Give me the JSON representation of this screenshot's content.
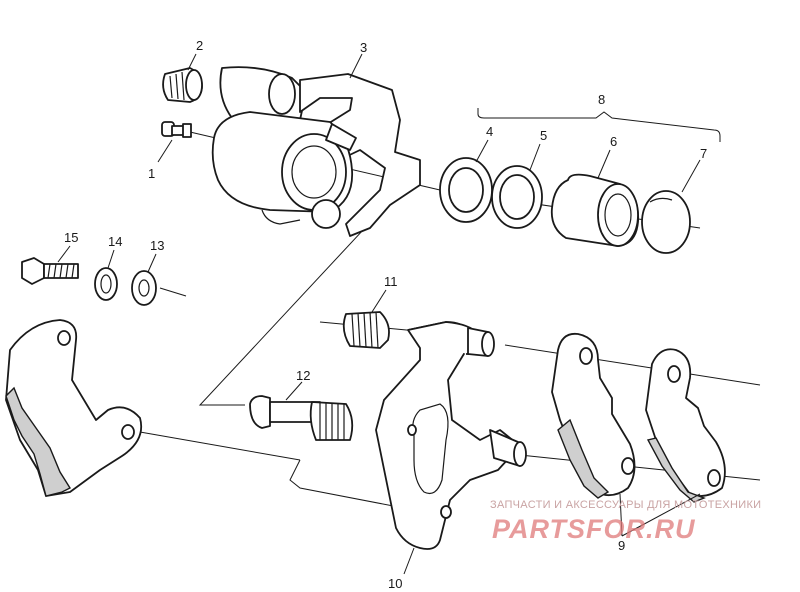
{
  "diagram": {
    "callouts": [
      {
        "id": "1",
        "label": "1"
      },
      {
        "id": "2",
        "label": "2"
      },
      {
        "id": "3",
        "label": "3"
      },
      {
        "id": "4",
        "label": "4"
      },
      {
        "id": "5",
        "label": "5"
      },
      {
        "id": "6",
        "label": "6"
      },
      {
        "id": "7",
        "label": "7"
      },
      {
        "id": "8",
        "label": "8"
      },
      {
        "id": "9",
        "label": "9"
      },
      {
        "id": "10",
        "label": "10"
      },
      {
        "id": "11",
        "label": "11"
      },
      {
        "id": "12",
        "label": "12"
      },
      {
        "id": "13",
        "label": "13"
      },
      {
        "id": "14",
        "label": "14"
      },
      {
        "id": "15",
        "label": "15"
      }
    ]
  },
  "watermark": {
    "subtitle": "ЗАПЧАСТИ И АКСЕССУАРЫ ДЛЯ МОТОТЕХНИКИ",
    "logo": "PARTSFOR.RU",
    "color": "#e07a7a"
  }
}
